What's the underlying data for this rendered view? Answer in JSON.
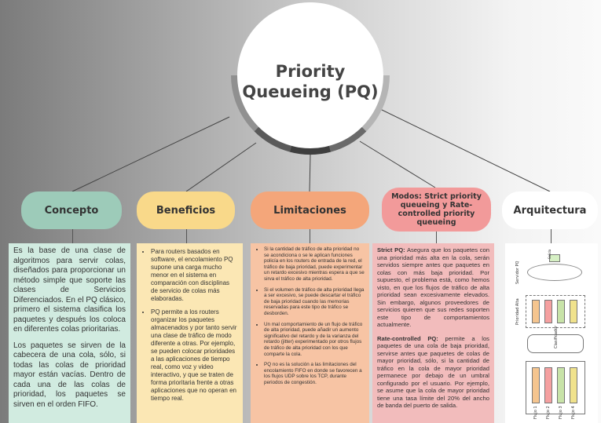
{
  "title": "Priority Queueing (PQ)",
  "columns": {
    "concepto": {
      "heading": "Concepto",
      "paragraphs": [
        "Es la base de una clase de algoritmos para servir colas, diseñados para proporcionar un método simple que soporte las clases de Servicios Diferenciados. En el PQ clásico, primero el sistema clasifica los paquetes y después los coloca en diferentes colas prioritarias.",
        "Los paquetes se sirven de la cabecera de una cola, sólo, si todas las colas de prioridad mayor están vacías. Dentro de cada una de las colas de prioridad, los paquetes se sirven en el orden FIFO."
      ]
    },
    "beneficios": {
      "heading": "Beneficios",
      "items": [
        "Para routers basados en software, el encolamiento PQ supone una carga mucho menor en el sistema en comparación con disciplinas de servicio de colas más elaboradas.",
        "PQ permite a los routers organizar los paquetes almacenados y por tanto servir una clase de tráfico de modo diferente a otras. Por ejemplo, se pueden colocar prioridades a las aplicaciones de tiempo real, como voz y video interactivo, y que se traten de forma prioritaria frente a otras aplicaciones que no operan en tiempo real."
      ]
    },
    "limitaciones": {
      "heading": "Limitaciones",
      "items": [
        "Si la cantidad de tráfico de alta prioridad no se acondiciona o se le aplican funciones policía en los routers de entrada de la red, el tráfico de baja prioridad, puede experimentar un retardo excesivo mientras espera a que se sirva el tráfico de alta prioridad.",
        "Si el volumen de tráfico de alta prioridad llega a ser excesivo, se puede descartar el tráfico de baja prioridad cuando las memorias reservadas para este tipo de tráfico se desborden.",
        "Un mal comportamiento de un flujo de tráfico de alta prioridad, puede añadir un aumento significativo del retardo y de la varianza del retardo (jitter) experimentado por otros flujos de tráfico de alta prioridad con los que comparte la cola.",
        "PQ no es la solución a las limitaciones del encolamiento FIFO en donde se favorecen a los flujos UDP sobre los TCP, durante periodos de congestión."
      ]
    },
    "modos": {
      "heading": "Modos: Strict priority queueing y Rate-controlled priority queueing",
      "strict_label": "Strict PQ:",
      "strict_text": " Asegura que los paquetes con una prioridad más alta en la cola, serán servidos siempre antes que paquetes en colas con más baja prioridad. Por supuesto, el problema está, como hemos visto, en que los flujos de tráfico de alta prioridad sean excesivamente elevados. Sin embargo, algunos proveedores de servicios quieren que sus redes soporten este tipo de comportamientos actualmente.",
      "rate_label": "Rate-controlled PQ:",
      "rate_text": " permite a los paquetes de una cola de baja prioridad, servirse antes que paquetes de colas de mayor prioridad, sólo, si la cantidad de tráfico en la cola de mayor prioridad permanece por debajo de un umbral configurado por el usuario. Por ejemplo, se asume que la cola de mayor prioridad tiene una tasa límite del 20% del ancho de banda del puerto de salida."
    },
    "arquitectura": {
      "heading": "Arquitectura",
      "labels": {
        "server": "Servidor PQ",
        "priority": "Prioridad Alta",
        "classifier": "Clasificador",
        "flows": [
          "Flujo 1",
          "Flujo 2",
          "Flujo 3",
          "Flujo 4"
        ],
        "output": "Salida"
      }
    }
  },
  "colors": {
    "concepto": "#9dcbb9",
    "beneficios": "#f9d98a",
    "limitaciones": "#f4a67a",
    "modos": "#f29a9a",
    "arquitectura": "#ffffff"
  }
}
